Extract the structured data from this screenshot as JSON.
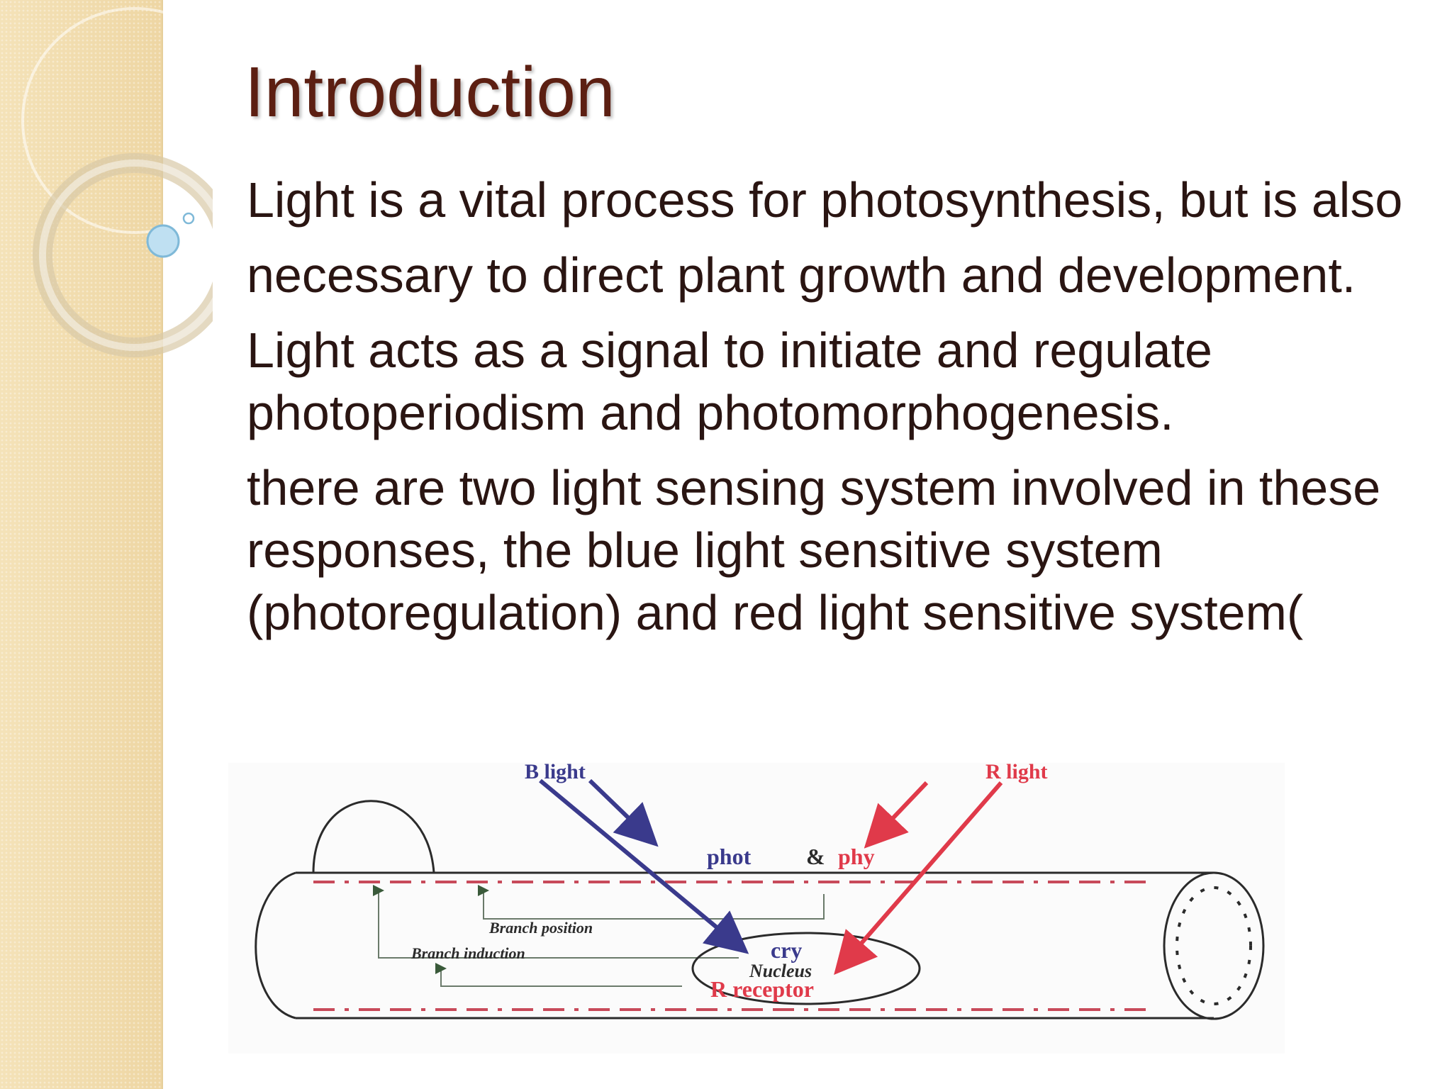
{
  "slide": {
    "title": "Introduction",
    "paragraphs": [
      "Light is a vital process for photosynthesis, but is also",
      "necessary to direct plant growth and development.",
      "Light acts as a signal to initiate and regulate photoperiodism and photomorphogenesis.",
      "there are two light sensing system involved in these responses, the blue light sensitive system (photoregulation) and red light sensitive system("
    ]
  },
  "figure": {
    "labels": {
      "b_light": "B light",
      "r_light": "R light",
      "phot": "phot",
      "amp": "&",
      "phy": "phy",
      "branch_position": "Branch position",
      "branch_induction": "Branch induction",
      "cry": "cry",
      "nucleus": "Nucleus",
      "r_receptor": "R receptor"
    },
    "colors": {
      "blue_arrow": "#3a3a8c",
      "red_arrow": "#e03a4a",
      "outline": "#2b2b2b"
    }
  },
  "theme": {
    "title_color": "#5c1f12",
    "text_color": "#2a1512",
    "sidebar_color": "#f1ddb0"
  }
}
